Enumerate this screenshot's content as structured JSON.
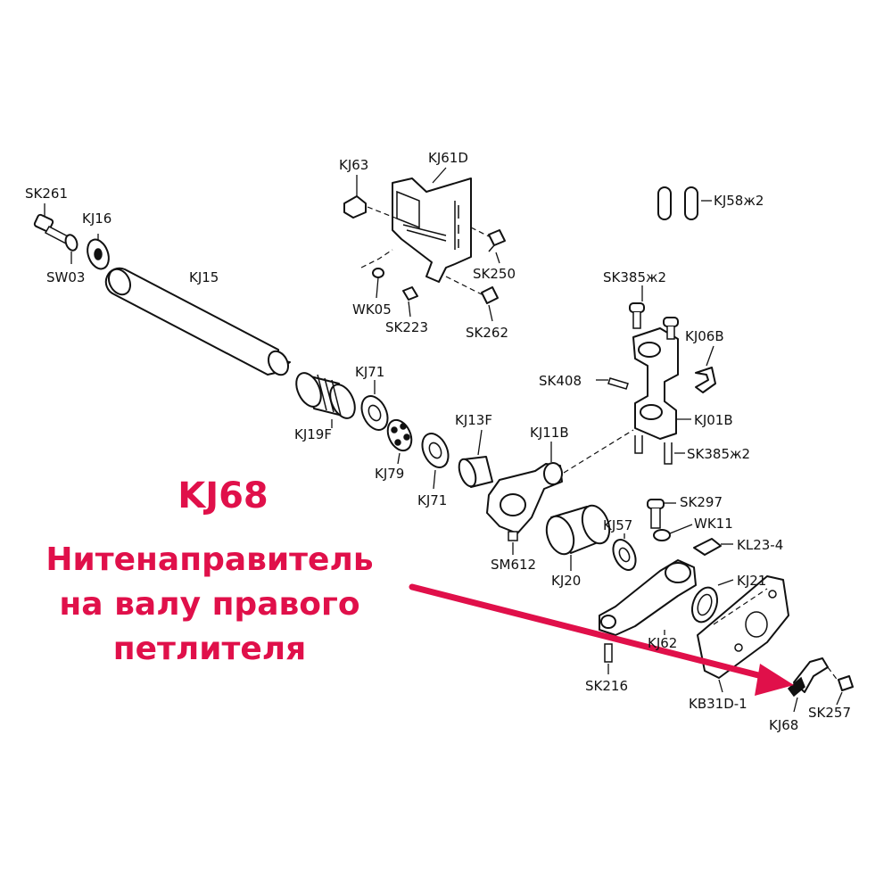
{
  "callout": {
    "part_code": "KJ68",
    "description_lines": [
      "Нитенаправитель",
      "на валу правого",
      "петлителя"
    ],
    "color": "#e0104a"
  },
  "labels": {
    "sk261": "SK261",
    "kj16": "KJ16",
    "sw03": "SW03",
    "kj15": "KJ15",
    "kj63": "KJ63",
    "kj61d": "KJ61D",
    "sk250": "SK250",
    "wk05": "WK05",
    "sk223": "SK223",
    "sk262": "SK262",
    "kj58": "KJ58ж2",
    "sk385_top": "SK385ж2",
    "kj06b": "KJ06B",
    "sk408": "SK408",
    "kj01b": "KJ01B",
    "sk385_bottom": "SK385ж2",
    "kj71_top": "KJ71",
    "kj19f": "KJ19F",
    "kj79": "KJ79",
    "kj71_bottom": "KJ71",
    "kj13f": "KJ13F",
    "kj11b": "KJ11B",
    "sm612": "SM612",
    "kj20": "KJ20",
    "kj57": "KJ57",
    "sk297": "SK297",
    "wk11": "WK11",
    "kl23_4": "KL23-4",
    "kj21": "KJ21",
    "kj62": "KJ62",
    "sk216": "SK216",
    "kb31d_1": "KB31D-1",
    "kj68": "KJ68",
    "sk257": "SK257"
  }
}
